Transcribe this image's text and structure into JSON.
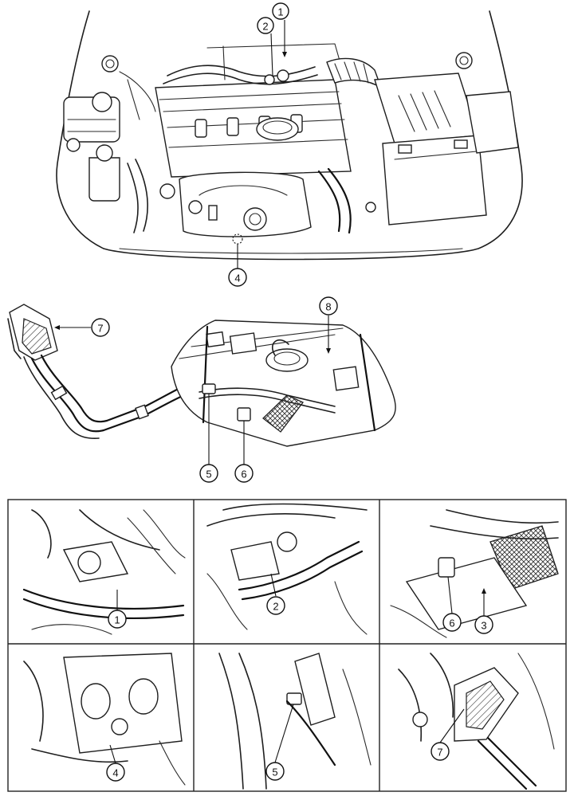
{
  "callouts": {
    "engine": [
      "1",
      "2",
      "4"
    ],
    "tank": [
      "5",
      "6",
      "7",
      "8"
    ],
    "panels": [
      {
        "id": "panel-1",
        "label": "1"
      },
      {
        "id": "panel-2",
        "label": "2"
      },
      {
        "id": "panel-3",
        "labels": [
          "6",
          "3"
        ]
      },
      {
        "id": "panel-4",
        "label": "4"
      },
      {
        "id": "panel-5",
        "label": "5"
      },
      {
        "id": "panel-6",
        "label": "7"
      }
    ]
  },
  "icons": [
    "engine-bay-illustration",
    "fuel-tank-illustration",
    "detail-view"
  ]
}
